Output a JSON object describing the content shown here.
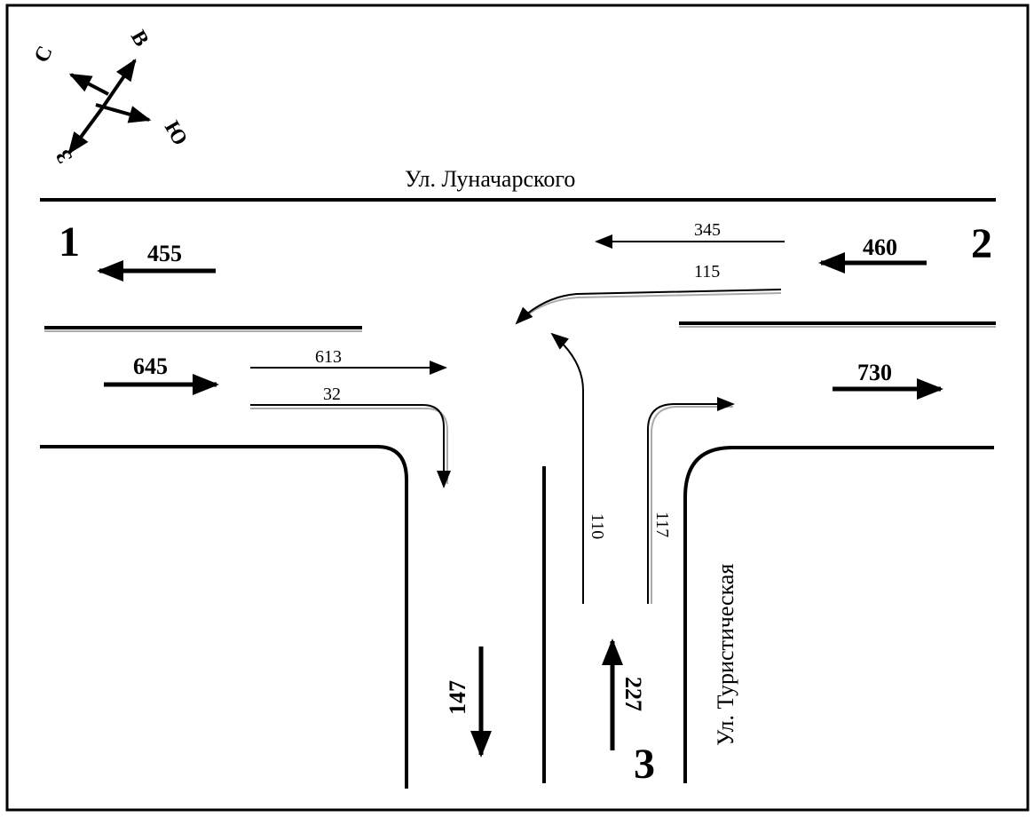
{
  "streets": {
    "top": "Ул. Луначарского",
    "right": "Ул. Туристическая"
  },
  "compass": {
    "north": "С",
    "east": "В",
    "south": "Ю",
    "west": "З"
  },
  "approaches": {
    "one": "1",
    "two": "2",
    "three": "3"
  },
  "flows": {
    "west_out": "455",
    "east_in": "460",
    "east_in_straight": "345",
    "east_in_left": "115",
    "west_in": "645",
    "west_in_straight": "613",
    "west_in_right": "32",
    "east_out": "730",
    "south_left": "110",
    "south_right": "117",
    "south_out": "147",
    "south_in": "227"
  }
}
